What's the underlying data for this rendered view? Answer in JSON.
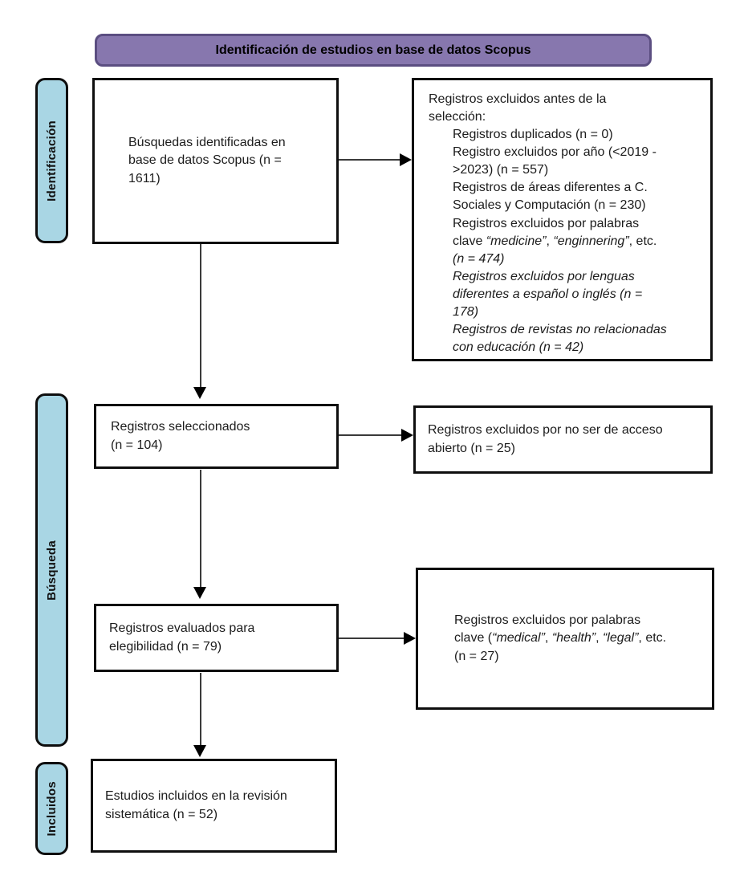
{
  "banner": {
    "label": "Identificación de estudios en base de datos Scopus"
  },
  "stages": {
    "identificacion": {
      "label": "Identificación"
    },
    "busqueda": {
      "label": "Búsqueda"
    },
    "incluidos": {
      "label": "Incluidos"
    }
  },
  "flow": {
    "identified": {
      "text": "Búsquedas identificadas en\nbase de datos Scopus (n =\n1611)",
      "n": 1611
    },
    "screened": {
      "text": "Registros seleccionados\n(n = 104)",
      "n": 104
    },
    "eligibility": {
      "text": "Registros evaluados para\nelegibilidad (n = 79)",
      "n": 79
    },
    "included": {
      "text": "Estudios incluidos en la revisión\nsistemática (n = 52)",
      "n": 52
    }
  },
  "exclusions": {
    "pre_selection": {
      "header": "Registros excluidos antes de la\nselección:",
      "items": [
        {
          "segments": [
            {
              "text": "Registros duplicados (n = 0)"
            }
          ]
        },
        {
          "segments": [
            {
              "text": "Registro excluidos por año (<2019 -\n>2023) (n = 557)"
            }
          ]
        },
        {
          "segments": [
            {
              "text": "Registros de áreas diferentes a C.\nSociales y Computación (n = 230)"
            }
          ]
        },
        {
          "segments": [
            {
              "text": "Registros excluidos por palabras\nclave "
            },
            {
              "text": "“medicine”",
              "italic": true
            },
            {
              "text": ", "
            },
            {
              "text": "“enginnering”",
              "italic": true
            },
            {
              "text": ", etc.\n"
            },
            {
              "text": "(n = 474)",
              "italic": true
            }
          ]
        },
        {
          "segments": [
            {
              "text": "Registros excluidos por lenguas\ndiferentes a español o inglés (n =\n178)",
              "italic": true
            }
          ]
        },
        {
          "segments": [
            {
              "text": "Registros de revistas no relacionadas\ncon educación (n = 42)",
              "italic": true
            }
          ]
        }
      ]
    },
    "open_access": {
      "text": "Registros excluidos por no ser de acceso\nabierto (n = 25)",
      "n": 25
    },
    "keywords": {
      "segments": [
        {
          "text": "Registros excluidos por palabras\nclave ("
        },
        {
          "text": "“medical”",
          "italic": true
        },
        {
          "text": ", "
        },
        {
          "text": "“health”",
          "italic": true
        },
        {
          "text": ", "
        },
        {
          "text": "“legal”",
          "italic": true
        },
        {
          "text": ", etc.\n(n = 27)"
        }
      ],
      "n": 27
    }
  },
  "colors": {
    "banner_fill": "#8777ae",
    "banner_border": "#5b4e81",
    "stage_fill": "#a9d6e4",
    "box_border": "#0e0e0e",
    "arrow_line": "#3a3a3a",
    "arrow_head": "#000000"
  }
}
